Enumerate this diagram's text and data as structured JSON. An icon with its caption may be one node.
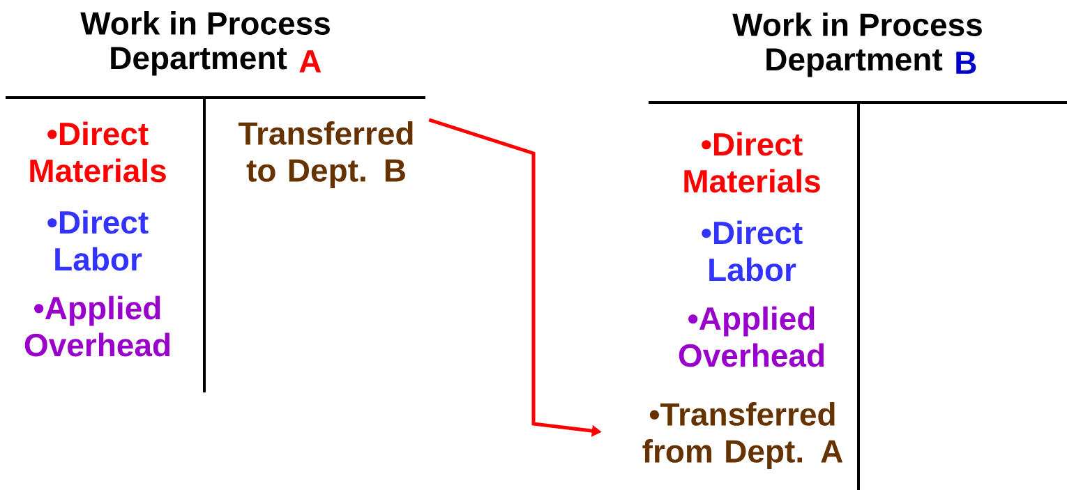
{
  "diagram": {
    "nodes": [
      {
        "text": [
          "Transferred to Dept. B"
        ]
      },
      {
        "text": [
          "•Transferred from Dept. A"
        ]
      }
    ],
    "edges": [
      {
        "from": 0,
        "to": 1,
        "arrow": "to",
        "color": "#ff0000"
      }
    ],
    "labels": [
      "Work in Process",
      "Department",
      "A",
      "•Direct Materials",
      "•Direct Labor",
      "•Applied Overhead",
      "Work in Process",
      "Department",
      "B",
      "•Direct Materials",
      "•Direct Labor",
      "•Applied Overhead"
    ]
  }
}
